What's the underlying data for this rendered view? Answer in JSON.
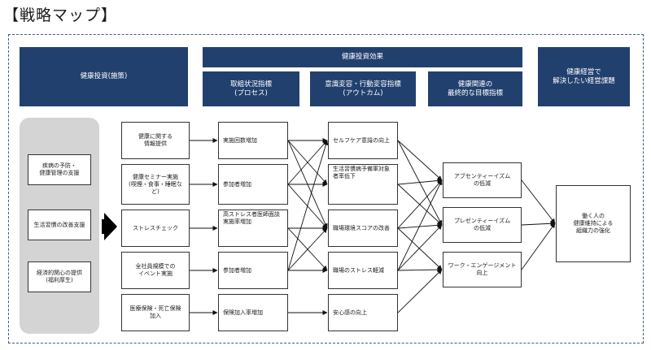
{
  "title": "【戦略マップ】",
  "headers": {
    "investment": "健康投資(施策)",
    "effects": "健康投資効果",
    "process": [
      "取組状況指標",
      "(プロセス)"
    ],
    "awareness": [
      "意識変容・行動変容指標",
      "(アウトカム)"
    ],
    "final": [
      "健康関連の",
      "最終的な目標指標"
    ],
    "issue": [
      "健康経営で",
      "解決したい経営課題"
    ]
  },
  "policies": [
    [
      "疾病の予防・",
      "健康管理の支援"
    ],
    [
      "生活習慣の改善支援"
    ],
    [
      "経済的関心の提供",
      "(福利厚生)"
    ]
  ],
  "measures": [
    [
      "健康に関する",
      "情報提供"
    ],
    [
      "健康セミナー実施",
      "(喫煙・食事・睡眠な",
      "ど)"
    ],
    [
      "ストレスチェック"
    ],
    [
      "全社員規模での",
      "イベント実施"
    ],
    [
      "医療保険・死亡保険",
      "加入"
    ]
  ],
  "process": [
    [
      "実施回数増加"
    ],
    [
      "参加者増加"
    ],
    [
      "高ストレス者医師面談",
      "実施率増加"
    ],
    [
      "参加者増加"
    ],
    [
      "保険加入率増加"
    ]
  ],
  "outcomes": [
    [
      "セルフケア意識の向上"
    ],
    [
      "生活習慣病予備軍対象",
      "者率低下"
    ],
    [
      "職場環境スコアの改善"
    ],
    [
      "職場のストレス軽減"
    ],
    [
      "安心感の向上"
    ]
  ],
  "final_goals": [
    [
      "アブセンティーイズム",
      "の低減"
    ],
    [
      "プレゼンティーイズム",
      "の低減"
    ],
    [
      "ワーク・エンゲージメント",
      "向上"
    ]
  ],
  "management_issue": [
    "働く人の",
    "健康維持による",
    "組織力の強化"
  ],
  "colors": {
    "header": "#21406e",
    "panel": "#d4d4d4",
    "border": "#333333",
    "frame": "#3d5a8a"
  }
}
